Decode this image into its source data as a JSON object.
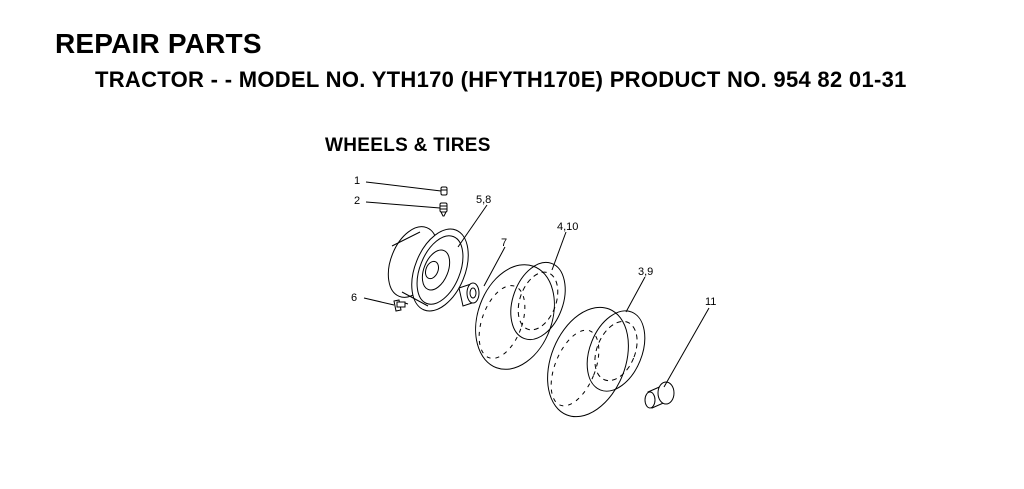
{
  "header": {
    "title": "REPAIR PARTS",
    "subtitle": "TRACTOR - - MODEL NO. YTH170 (HFYTH170E) PRODUCT NO. 954 82 01-31"
  },
  "section": {
    "title": "WHEELS & TIRES"
  },
  "callouts": {
    "c1": "1",
    "c2": "2",
    "c58": "5,8",
    "c7": "7",
    "c410": "4,10",
    "c39": "3,9",
    "c11": "11",
    "c6": "6"
  },
  "colors": {
    "ink": "#000000",
    "paper": "#ffffff"
  }
}
